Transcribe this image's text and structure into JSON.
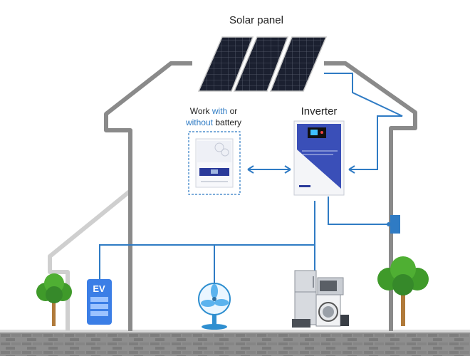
{
  "labels": {
    "solar_panel": "Solar panel",
    "inverter": "Inverter",
    "battery_caption": {
      "work": "Work",
      "with": "with",
      "or": "or",
      "without": "without",
      "battery": "battery"
    },
    "ev": "EV"
  },
  "colors": {
    "wire": "#2f7bc4",
    "house_outline": "#8a8a8a",
    "garage_outline": "#cfcfcf",
    "ground": "#8c8c8c",
    "panel": "#1a1f2e",
    "inverter_front": "#3a4fb8",
    "ev_charger": "#3b7ee6",
    "tree_canopy": "#3f9a2a",
    "tree_trunk": "#b07a3a"
  },
  "icons": [
    "solar-panel-icon",
    "inverter-icon",
    "battery-icon",
    "ev-charger-icon",
    "fan-icon",
    "appliances-icon",
    "tree-icon",
    "meter-icon"
  ]
}
